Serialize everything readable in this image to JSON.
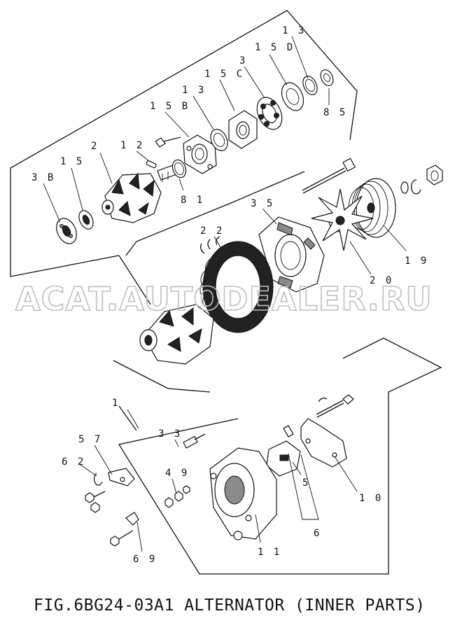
{
  "caption": "FIG.6BG24-03A1  ALTERNATOR (INNER PARTS)",
  "watermark": "ACAT.AUTODEALER.RU",
  "callouts": {
    "c13a": "1 3",
    "c15d": "1 5 D",
    "c3": "3",
    "c15c": "1 5 C",
    "c13b": "1 3",
    "c15b": "1 5 B",
    "c85": "8 5",
    "c2": "2",
    "c12": "1 2",
    "c15": "1 5",
    "c3b": "3 B",
    "c81": "8 1",
    "c35": "3 5",
    "c22": "2 2",
    "c19": "1 9",
    "c20": "2 0",
    "c1": "1",
    "c33": "3 3",
    "c57": "5 7",
    "c62": "6 2",
    "c49": "4 9",
    "c5": "5",
    "c10": "1 0",
    "c6": "6",
    "c11": "1 1",
    "c69": "6 9"
  }
}
